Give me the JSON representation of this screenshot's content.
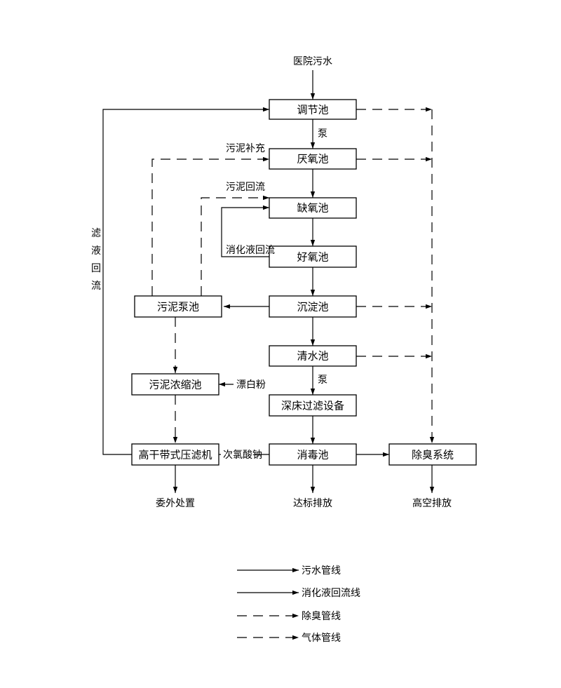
{
  "nodes": {
    "source": "医院污水",
    "regulating_tank": "调节池",
    "pump_1": "泵",
    "anaerobic_tank": "厌氧池",
    "anoxic_tank": "缺氧池",
    "aerobic_tank": "好氧池",
    "sedimentation_tank": "沉淀池",
    "clear_water_tank": "清水池",
    "pump_2": "泵",
    "deep_bed_filter": "深床过滤设备",
    "disinfection_tank": "消毒池",
    "discharge": "达标排放",
    "sludge_pump_tank": "污泥泵池",
    "sludge_thickener": "污泥浓缩池",
    "bleaching_powder": "漂白粉",
    "belt_filter_press": "高干带式压滤机",
    "outsourced_disposal": "委外处置",
    "sodium_hypochlorite": "次氯酸钠",
    "deodorization_system": "除臭系统",
    "high_altitude_discharge": "高空排放"
  },
  "flow_labels": {
    "sludge_supplement": "污泥补充",
    "sludge_return": "污泥回流",
    "nitrification_return": "消化液回流",
    "filtrate_return": [
      "滤",
      "液",
      "回",
      "流"
    ]
  },
  "legend": [
    {
      "label": "污水管线",
      "style": "solid"
    },
    {
      "label": "消化液回流线",
      "style": "solid"
    },
    {
      "label": "除臭管线",
      "style": "dashed"
    },
    {
      "label": "气体管线",
      "style": "dashed"
    }
  ]
}
